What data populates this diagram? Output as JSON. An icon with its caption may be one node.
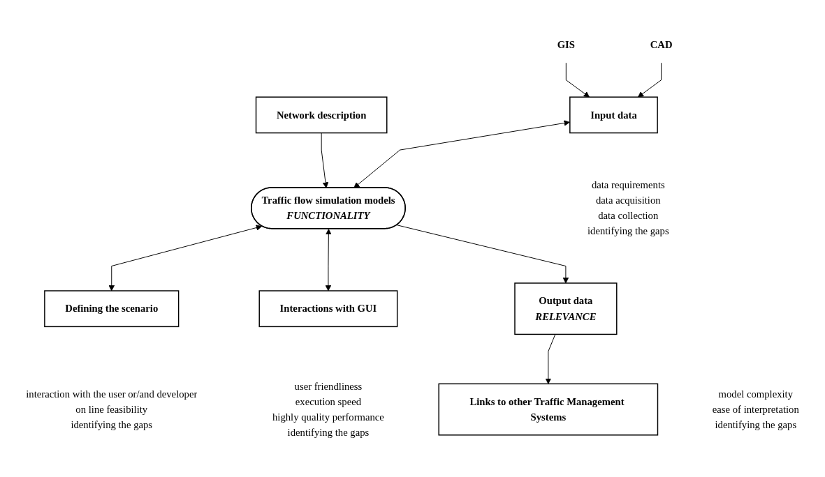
{
  "diagram": {
    "nodes": [
      {
        "text": [
          "GIS"
        ]
      },
      {
        "text": [
          "CAD"
        ]
      },
      {
        "text": [
          "Network description"
        ]
      },
      {
        "text": [
          "Defining the scenario"
        ],
        "beside": [
          "interaction with the user or/and developer",
          "on line feasibility",
          "identifying the gaps"
        ]
      },
      {
        "text": [
          "Input data"
        ],
        "beside": [
          "data requirements",
          "data acquisition",
          "data collection",
          "identifying the gaps"
        ]
      },
      {
        "text": [
          "Traffic flow simulation models",
          "FUNCTIONALITY"
        ]
      },
      {
        "text": [
          "Interactions with GUI"
        ],
        "beside": [
          "user friendliness",
          "execution speed",
          "highly quality performance",
          "identifying the gaps"
        ]
      },
      {
        "text": [
          "Output data",
          "RELEVANCE"
        ],
        "beside": [
          "model complexity",
          "ease of interpretation",
          "identifying the gaps"
        ]
      },
      {
        "text": [
          "Links to other Traffic Management Systems"
        ]
      }
    ],
    "edges": [
      {
        "from": 0,
        "to": 4,
        "arrow": "to"
      },
      {
        "from": 1,
        "to": 4,
        "arrow": "to"
      },
      {
        "from": 2,
        "to": 5,
        "arrow": "to"
      },
      {
        "from": 4,
        "to": 5,
        "arrow": "both"
      },
      {
        "from": 5,
        "to": 3,
        "arrow": "both"
      },
      {
        "from": 5,
        "to": 6,
        "arrow": "both"
      },
      {
        "from": 5,
        "to": 7,
        "arrow": "to"
      },
      {
        "from": 7,
        "to": 8,
        "arrow": "to"
      }
    ]
  }
}
